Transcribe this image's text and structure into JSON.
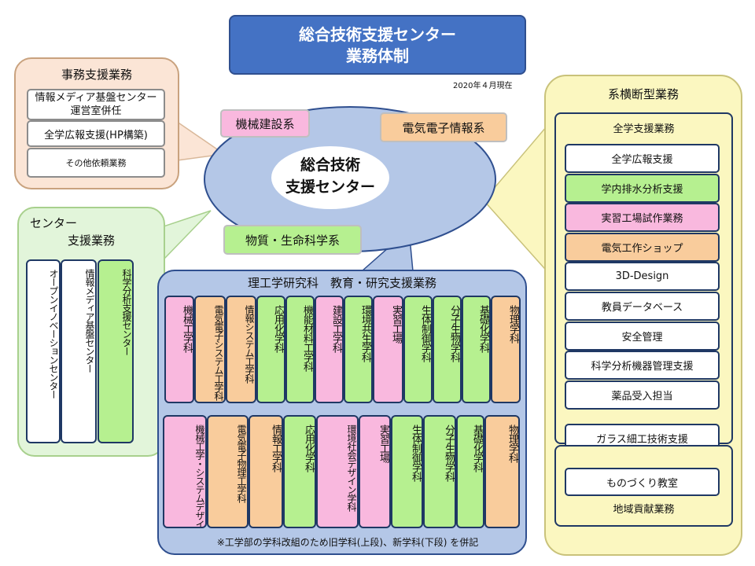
{
  "header": {
    "title_line1": "総合技術支援センター",
    "title_line2": "業務体制",
    "date": "2020年４月現在"
  },
  "center": {
    "label_line1": "総合技術",
    "label_line2": "支援センター",
    "tags": [
      "機械建設系",
      "電気電子情報系",
      "物質・生命科学系"
    ]
  },
  "jimu": {
    "title": "事務支援業務",
    "items": [
      "情報メディア基盤センター運営室併任",
      "全学広報支援(HP構築)",
      "その他依頼業務"
    ]
  },
  "center_support": {
    "title_line1": "センター",
    "title_line2": "支援業務",
    "items": [
      "オープンイノベーションセンター",
      "情報メディア基盤センター",
      "科学分析支援センター"
    ]
  },
  "research": {
    "title": "理工学研究科　教育・研究支援業務",
    "upper": [
      "機械工学科",
      "電気電子システム工学科",
      "情報システム工学科",
      "応用化学科",
      "機能材料工学科",
      "建設工学科",
      "環境共生学科",
      "実習工場",
      "生体制御学科",
      "分子生物学科",
      "基礎化学科",
      "物理学科"
    ],
    "lower": [
      "機械工学・システムデザイン学科",
      "電気電子物理工学科",
      "情報工学科",
      "応用化学科",
      "環境社会デザイン学科",
      "実習工場",
      "生体制御学科",
      "分子生物学科",
      "基礎化学科",
      "物理学科"
    ],
    "note": "※工学部の学科改組のため旧学科(上段)、新学科(下段) を併記"
  },
  "cross": {
    "title": "系横断型業務",
    "zengaku_title": "全学支援業務",
    "zengaku_items": [
      "全学広報支援",
      "学内排水分析支援",
      "実習工場試作業務",
      "電気工作ショップ",
      "3D-Design",
      "教員データベース",
      "安全管理",
      "科学分析機器管理支援",
      "薬品受入担当"
    ],
    "glass": "ガラス細工技術支援",
    "chiiki_item": "ものづくり教室",
    "chiiki_title": "地域貢献業務"
  },
  "colors": {
    "title_blue": "#4472c4",
    "cloud": "#b4c7e7",
    "pink": "#f9b8de",
    "orange": "#f9cc9c",
    "green": "#b6f090",
    "cream": "#fbe5d6",
    "lightgreen": "#e2f5da",
    "yellow": "#fbf7c0",
    "navy": "#1f3864"
  }
}
